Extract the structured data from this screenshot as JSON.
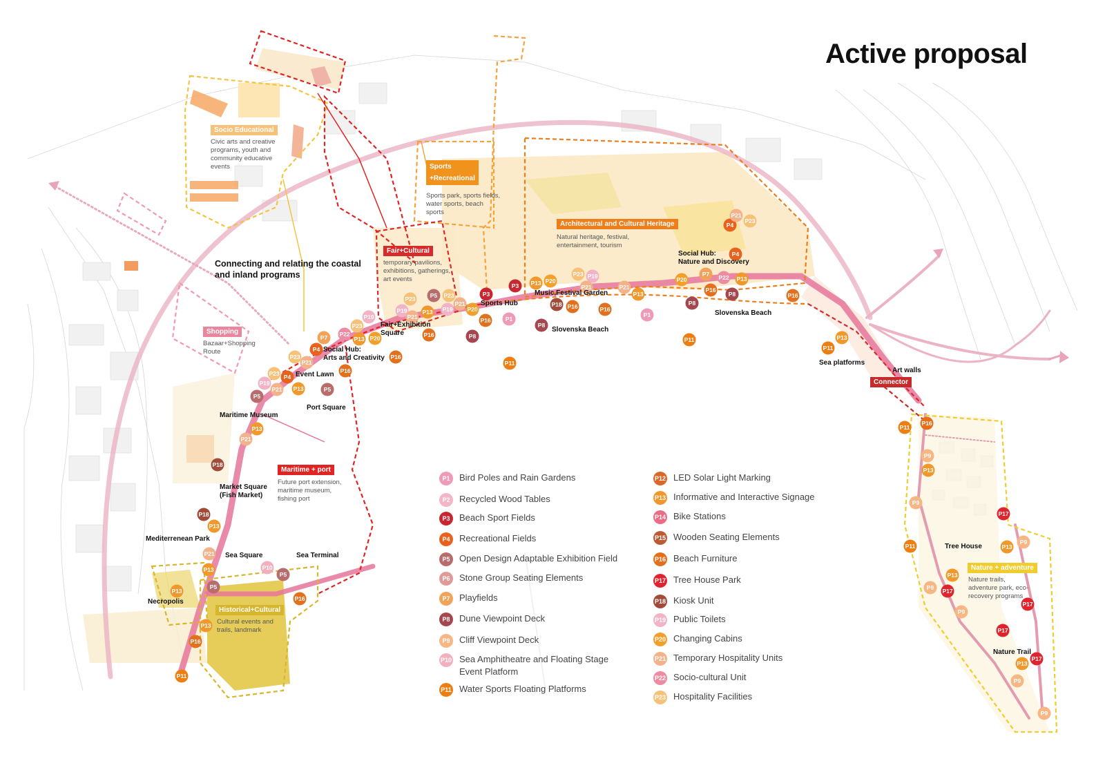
{
  "title": "Active proposal",
  "colors": {
    "red": "#d62b2b",
    "dark_red": "#b33232",
    "orange": "#ef7d1a",
    "dark_orange": "#e2701c",
    "light_orange": "#f4a63d",
    "yellow": "#f2c53a",
    "pink_route": "#e79bb0",
    "olive": "#d7b52c"
  },
  "zones": [
    {
      "id": "socio",
      "tag": "Socio Educational",
      "desc": "Civic arts and creative programs, youth and community educative events",
      "color": "#f6c27a"
    },
    {
      "id": "sports",
      "tag": "Sports\n+Recreational",
      "desc": "Sports park, sports fields, water sports, beach sports",
      "color": "#f0921c"
    },
    {
      "id": "heritage",
      "tag": "Architectural and Cultural Heritage",
      "desc": "Natural heritage, festival, entertainment, tourism",
      "color": "#ef7d1a"
    },
    {
      "id": "fair",
      "tag": "Fair+Cultural",
      "desc": "temporary pavilions, exhibitions, gatherings, art events",
      "color": "#d62b2b"
    },
    {
      "id": "shopping",
      "tag": "Shopping",
      "desc": "Bazaar+Shopping Route",
      "color": "#e9859d"
    },
    {
      "id": "maritime",
      "tag": "Maritime + port",
      "desc": "Future port extension, maritime museum, fishing port",
      "color": "#e02424"
    },
    {
      "id": "historical",
      "tag": "Historical+Cultural",
      "desc": "Cultural events and trails, landmark",
      "color": "#d7b52c"
    },
    {
      "id": "nature",
      "tag": "Nature + adventure",
      "desc": "Nature trails, adventure park, eco-recovery programs",
      "color": "#f0cc2e"
    },
    {
      "id": "connector",
      "tag": "Connector",
      "desc": "",
      "color": "#c62a2a"
    }
  ],
  "caption": "Connecting and relating the coastal and inland programs",
  "places": [
    "Sports Hub",
    "Music,Festival Garden",
    "Social Hub:\nNature and Discovery",
    "Slovenska Beach",
    "Slovenska Beach",
    "Social Hub:\nArts and Creativity",
    "Fair+Exhibition\nSquare",
    "Event Lawn",
    "Port Square",
    "Maritime Museum",
    "Market Square\n(Fish Market)",
    "Mediterrenean Park",
    "Sea Square",
    "Sea Terminal",
    "Necropolis",
    "Sea platforms",
    "Art walls",
    "Tree House",
    "Nature Trail"
  ],
  "legend": [
    {
      "code": "P1",
      "label": "Bird Poles and Rain Gardens",
      "color": "#ef9ab8"
    },
    {
      "code": "P2",
      "label": "Recycled Wood Tables",
      "color": "#f3b6c7"
    },
    {
      "code": "P3",
      "label": "Beach Sport Fields",
      "color": "#c9272f"
    },
    {
      "code": "P4",
      "label": "Recreational Fields",
      "color": "#e9621d"
    },
    {
      "code": "P5",
      "label": "Open Design Adaptable Exhibition Field",
      "color": "#b86c6c"
    },
    {
      "code": "P6",
      "label": "Stone Group  Seating Elements",
      "color": "#e19a9a"
    },
    {
      "code": "P7",
      "label": "Playfields",
      "color": "#f2a35a"
    },
    {
      "code": "P8",
      "label": "Dune Viewpoint Deck",
      "color": "#a5474e"
    },
    {
      "code": "P9",
      "label": "Cliff Viewpoint Deck",
      "color": "#f6b784"
    },
    {
      "code": "P10",
      "label": "Sea Amphitheatre and Floating Stage Event Platform",
      "color": "#f2b0bd"
    },
    {
      "code": "P11",
      "label": "Water Sports Floating Platforms",
      "color": "#ec7e12"
    },
    {
      "code": "P12",
      "label": "LED Solar Light Marking",
      "color": "#d9682a"
    },
    {
      "code": "P13",
      "label": "Informative and  Interactive Signage",
      "color": "#f1982c"
    },
    {
      "code": "P14",
      "label": "Bike Stations",
      "color": "#ea6d85"
    },
    {
      "code": "P15",
      "label": "Wooden Seating Elements",
      "color": "#bb5b35"
    },
    {
      "code": "P16",
      "label": "Beach Furniture",
      "color": "#e2701c"
    },
    {
      "code": "P17",
      "label": "Tree House Park",
      "color": "#e0242d"
    },
    {
      "code": "P18",
      "label": "Kiosk Unit",
      "color": "#a24b3b"
    },
    {
      "code": "P19",
      "label": "Public Toilets",
      "color": "#f2b3c7"
    },
    {
      "code": "P20",
      "label": "Changing Cabins",
      "color": "#f2a02a"
    },
    {
      "code": "P21",
      "label": "Temporary Hospitality Units",
      "color": "#f3b28a"
    },
    {
      "code": "P22",
      "label": "Socio-cultural Unit",
      "color": "#ee8ba2"
    },
    {
      "code": "P23",
      "label": "Hospitality Facilities",
      "color": "#f6c27a"
    }
  ]
}
